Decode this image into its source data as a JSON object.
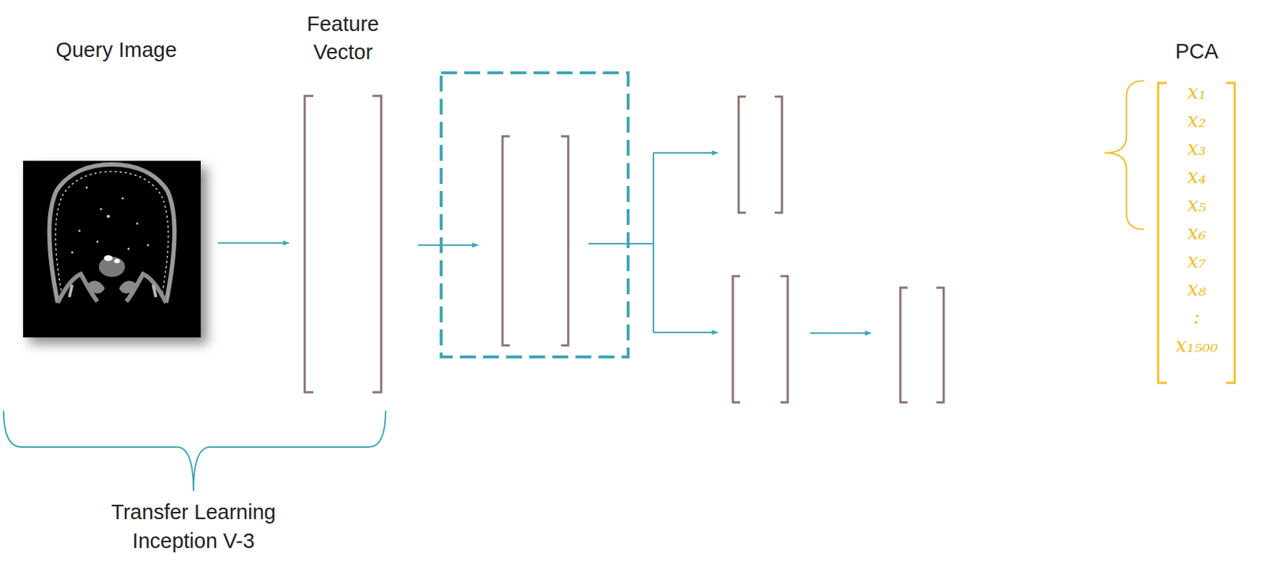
{
  "diagram": {
    "nodes": [
      {
        "text": [
          "Query Image"
        ]
      },
      {
        "text": [
          "Feature Vector"
        ]
      },
      {
        "text": [
          "PCA",
          "x₁",
          "x₂",
          "x₃",
          "x₄",
          "x₅",
          "x₆",
          "x₇",
          "x₈",
          ":",
          "x₁₅₀₀"
        ]
      }
    ],
    "edges": [
      {
        "from": 0,
        "to": 1,
        "arrow": "to"
      }
    ],
    "labels": [
      "Transfer Learning Inception V-3"
    ]
  }
}
